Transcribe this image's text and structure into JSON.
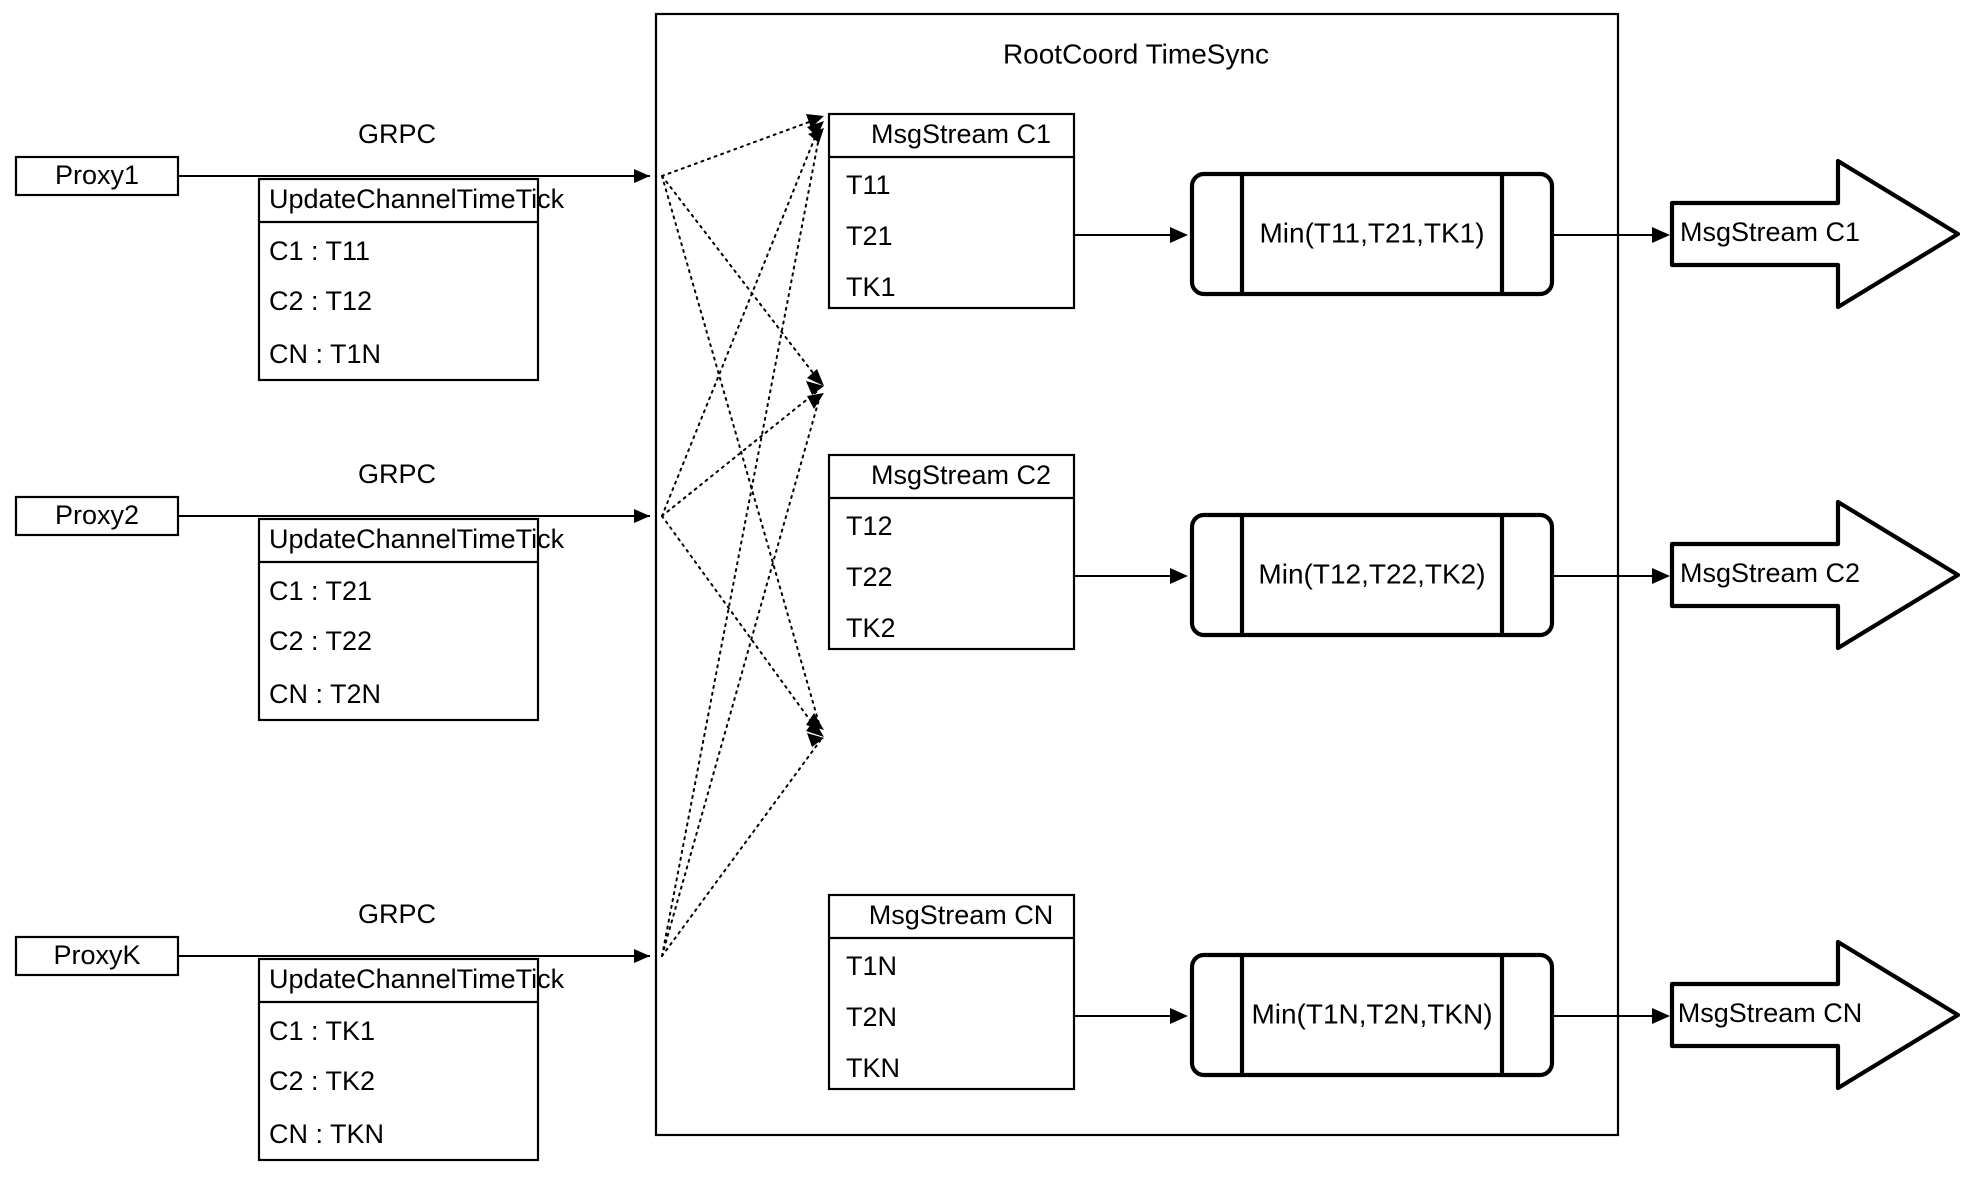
{
  "diagram": {
    "title": "RootCoord TimeSync",
    "container_label": "RootCoord TimeSync"
  },
  "lanes": [
    {
      "id": "lane-1",
      "proxy": {
        "label": "Proxy1"
      },
      "link_label": "GRPC",
      "request": {
        "header": "UpdateChannelTimeTick",
        "rows": [
          {
            "label": "C1 :  T11"
          },
          {
            "label": "C2 :  T12"
          },
          {
            "label": "CN : T1N"
          }
        ]
      }
    },
    {
      "id": "lane-2",
      "proxy": {
        "label": "Proxy2"
      },
      "link_label": "GRPC",
      "request": {
        "header": "UpdateChannelTimeTick",
        "rows": [
          {
            "label": "C1 :  T21"
          },
          {
            "label": "C2 :  T22"
          },
          {
            "label": "CN : T2N"
          }
        ]
      }
    },
    {
      "id": "lane-3",
      "proxy": {
        "label": "ProxyK"
      },
      "link_label": "GRPC",
      "request": {
        "header": "UpdateChannelTimeTick",
        "rows": [
          {
            "label": "C1 :  TK1"
          },
          {
            "label": "C2 :  TK2"
          },
          {
            "label": "CN : TKN"
          }
        ]
      }
    }
  ],
  "channels": [
    {
      "id": "channel-c1",
      "stream": {
        "header": "MsgStream C1",
        "rows": [
          {
            "label": "T11"
          },
          {
            "label": "T21"
          },
          {
            "label": "TK1"
          }
        ]
      },
      "process": {
        "label": "Min(T11,T21,TK1)"
      },
      "output": {
        "label": "MsgStream C1"
      }
    },
    {
      "id": "channel-c2",
      "stream": {
        "header": "MsgStream C2",
        "rows": [
          {
            "label": "T12"
          },
          {
            "label": "T22"
          },
          {
            "label": "TK2"
          }
        ]
      },
      "process": {
        "label": "Min(T12,T22,TK2)"
      },
      "output": {
        "label": "MsgStream C2"
      }
    },
    {
      "id": "channel-cn",
      "stream": {
        "header": "MsgStream CN",
        "rows": [
          {
            "label": "T1N"
          },
          {
            "label": "T2N"
          },
          {
            "label": "TKN"
          }
        ]
      },
      "process": {
        "label": "Min(T1N,T2N,TKN)"
      },
      "output": {
        "label": "MsgStream CN"
      }
    }
  ],
  "colors": {
    "stroke": "#000000",
    "fill": "#ffffff",
    "background": "#ffffff"
  }
}
